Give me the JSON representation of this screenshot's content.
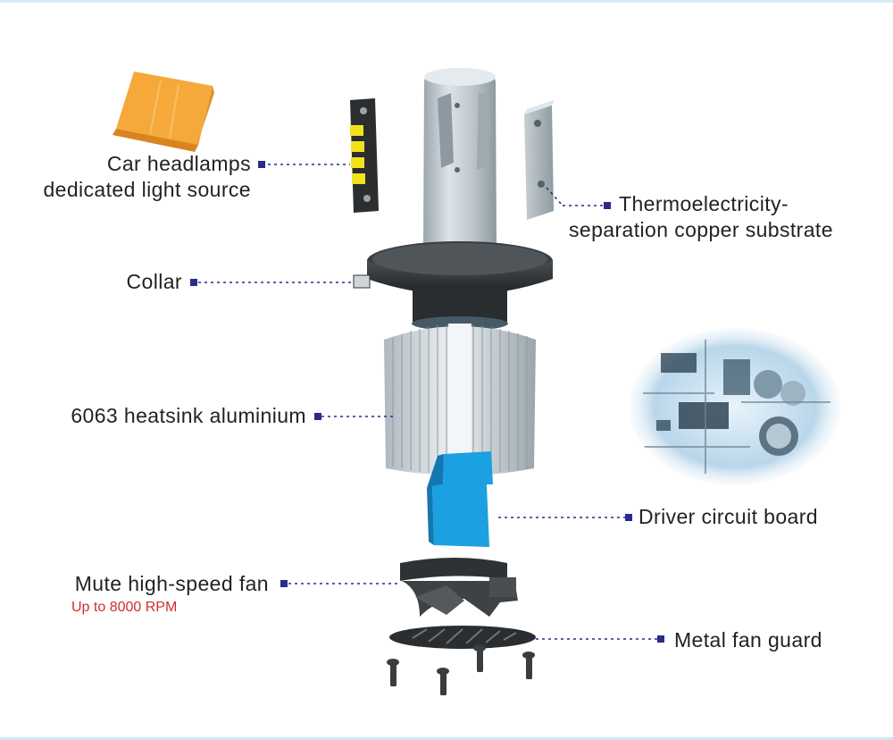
{
  "labels": {
    "light_source": {
      "line1": "Car headlamps",
      "line2": "dedicated light source"
    },
    "substrate": {
      "line1": "Thermoelectricity-",
      "line2": "separation copper substrate"
    },
    "collar": "Collar",
    "heatsink": "6063 heatsink aluminium",
    "driver": "Driver circuit board",
    "fan": "Mute high-speed fan",
    "fan_sub": "Up to 8000 RPM",
    "fan_guard": "Metal fan guard"
  },
  "colors": {
    "label_text": "#222222",
    "highlight_text": "#d22b2b",
    "leader_marker": "#2a2a8a",
    "led_chip": "#f2e21b",
    "driver_board": "#1ba0e2",
    "heatsink": "#cfd8de",
    "dark_parts": "#2c2f31"
  }
}
